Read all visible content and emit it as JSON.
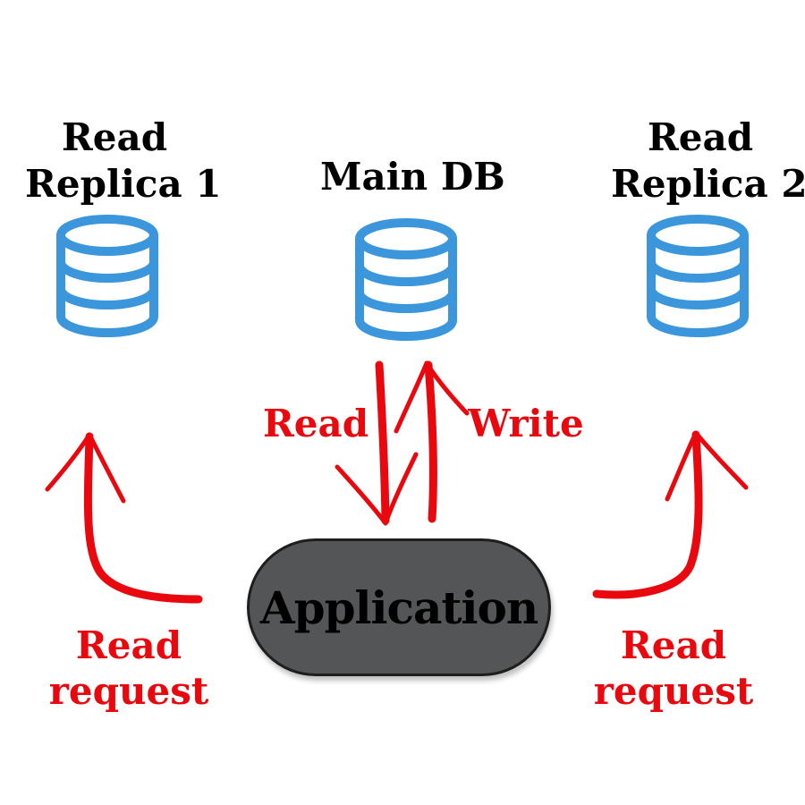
{
  "databases": [
    {
      "id": "replica-1",
      "title_line1": "Read",
      "title_line2": "Replica 1",
      "icon": "database-icon"
    },
    {
      "id": "main",
      "title_line1": "",
      "title_line2": "Main DB",
      "icon": "database-icon"
    },
    {
      "id": "replica-2",
      "title_line1": "Read",
      "title_line2": "Replica 2",
      "icon": "database-icon"
    }
  ],
  "application": {
    "label": "Application"
  },
  "arrows": {
    "main_read": "Read",
    "main_write": "Write",
    "left_read_line1": "Read",
    "left_read_line2": "request",
    "right_read_line1": "Read",
    "right_read_line2": "request"
  },
  "colors": {
    "database_icon": "#3b96dc",
    "arrow": "#e8080e",
    "application_fill": "#545557",
    "title_text": "#000000"
  }
}
